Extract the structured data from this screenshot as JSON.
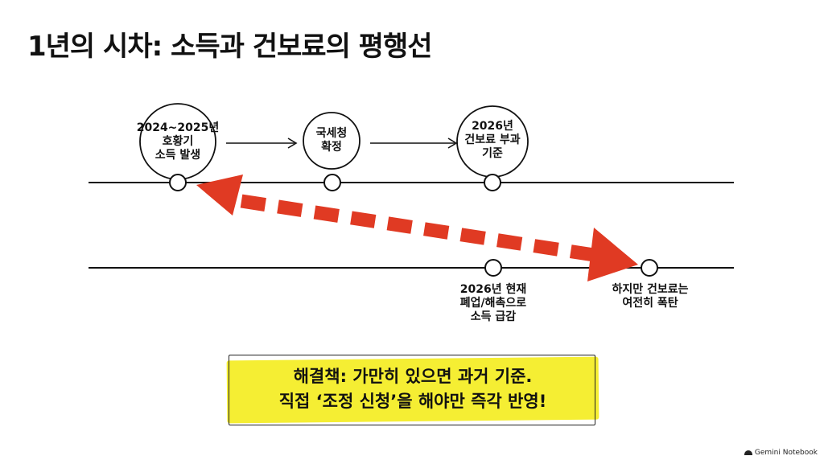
{
  "title": "1년의 시차: 소득과 건보료의 평행선",
  "timeline_top": {
    "nodes": [
      {
        "id": "income",
        "lines": [
          "2024~2025년",
          "호황기",
          "소득 발생"
        ]
      },
      {
        "id": "nts",
        "lines": [
          "국세청",
          "확정"
        ]
      },
      {
        "id": "premium",
        "lines": [
          "2026년",
          "건보료 부과",
          "기준"
        ]
      }
    ]
  },
  "timeline_bottom": {
    "nodes": [
      {
        "id": "now",
        "lines": [
          "2026년 현재",
          "폐업/해촉으로",
          "소득 급감"
        ]
      },
      {
        "id": "bomb",
        "lines": [
          "하지만 건보료는",
          "여전히 폭탄"
        ]
      }
    ]
  },
  "callout": {
    "line1": "해결책: 가만히 있으면 과거 기준.",
    "line2": "직접 ‘조정 신청’을 해야만 즉각 반영!"
  },
  "colors": {
    "arrow": "#e03a23",
    "highlight": "#f5ee33",
    "ink": "#111111"
  },
  "brand": "Gemini Notebook"
}
